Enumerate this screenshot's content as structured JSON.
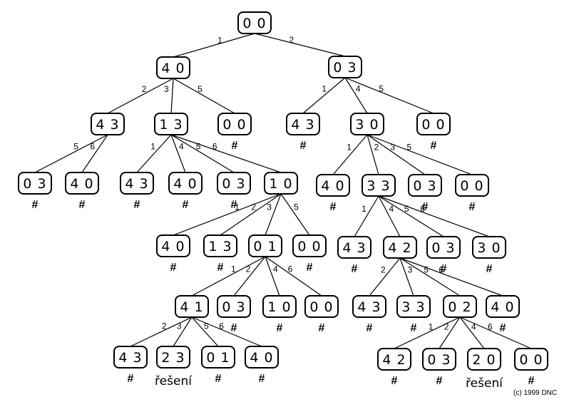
{
  "nodes": [
    {
      "id": "n0",
      "label": "0 0"
    },
    {
      "id": "n1",
      "label": "4 0"
    },
    {
      "id": "n2",
      "label": "0 3"
    },
    {
      "id": "n11",
      "label": "4 3"
    },
    {
      "id": "n12",
      "label": "1 3"
    },
    {
      "id": "n13",
      "label": "0 0",
      "mark": "#"
    },
    {
      "id": "n21",
      "label": "4 3",
      "mark": "#"
    },
    {
      "id": "n22",
      "label": "3 0"
    },
    {
      "id": "n23",
      "label": "0 0",
      "mark": "#"
    },
    {
      "id": "n111",
      "label": "0 3",
      "mark": "#"
    },
    {
      "id": "n112",
      "label": "4 0",
      "mark": "#"
    },
    {
      "id": "n121",
      "label": "4 3",
      "mark": "#"
    },
    {
      "id": "n122",
      "label": "4 0",
      "mark": "#"
    },
    {
      "id": "n123",
      "label": "0 3",
      "mark": "#"
    },
    {
      "id": "n124",
      "label": "1 0"
    },
    {
      "id": "n221",
      "label": "4 0",
      "mark": "#"
    },
    {
      "id": "n222",
      "label": "3 3"
    },
    {
      "id": "n223",
      "label": "0 3",
      "mark": "#"
    },
    {
      "id": "n224",
      "label": "0 0",
      "mark": "#"
    },
    {
      "id": "n1241",
      "label": "4 0",
      "mark": "#"
    },
    {
      "id": "n1242",
      "label": "1 3",
      "mark": "#"
    },
    {
      "id": "n1243",
      "label": "0 1"
    },
    {
      "id": "n1244",
      "label": "0 0",
      "mark": "#"
    },
    {
      "id": "n2221",
      "label": "4 3",
      "mark": "#"
    },
    {
      "id": "n2222",
      "label": "4 2"
    },
    {
      "id": "n2223",
      "label": "0 3",
      "mark": "#"
    },
    {
      "id": "n2224",
      "label": "3 0",
      "mark": "#"
    },
    {
      "id": "n12431",
      "label": "4 1"
    },
    {
      "id": "n12432",
      "label": "0 3",
      "mark": "#"
    },
    {
      "id": "n12433",
      "label": "1 0",
      "mark": "#"
    },
    {
      "id": "n12434",
      "label": "0 0",
      "mark": "#"
    },
    {
      "id": "n22221",
      "label": "4 3",
      "mark": "#"
    },
    {
      "id": "n22222",
      "label": "3 3",
      "mark": "#"
    },
    {
      "id": "n22223",
      "label": "0 2"
    },
    {
      "id": "n22224",
      "label": "4 0",
      "mark": "#"
    },
    {
      "id": "n124311",
      "label": "4 3",
      "mark": "#"
    },
    {
      "id": "n124312",
      "label": "2 3",
      "mark": "řešení"
    },
    {
      "id": "n124313",
      "label": "0 1",
      "mark": "#"
    },
    {
      "id": "n124314",
      "label": "4 0",
      "mark": "#"
    },
    {
      "id": "n222231",
      "label": "4 2",
      "mark": "#"
    },
    {
      "id": "n222232",
      "label": "0 3",
      "mark": "#"
    },
    {
      "id": "n222233",
      "label": "2 0",
      "mark": "řešení"
    },
    {
      "id": "n222234",
      "label": "0 0",
      "mark": "#"
    }
  ],
  "edges": [
    {
      "from": "n0",
      "to": "n1",
      "label": "1"
    },
    {
      "from": "n0",
      "to": "n2",
      "label": "2"
    },
    {
      "from": "n1",
      "to": "n11",
      "label": "2"
    },
    {
      "from": "n1",
      "to": "n12",
      "label": "3"
    },
    {
      "from": "n1",
      "to": "n13",
      "label": "5"
    },
    {
      "from": "n2",
      "to": "n21",
      "label": "1"
    },
    {
      "from": "n2",
      "to": "n22",
      "label": "4"
    },
    {
      "from": "n2",
      "to": "n23",
      "label": "5"
    },
    {
      "from": "n11",
      "to": "n111",
      "label": "5"
    },
    {
      "from": "n11",
      "to": "n112",
      "label": "6"
    },
    {
      "from": "n12",
      "to": "n121",
      "label": "1"
    },
    {
      "from": "n12",
      "to": "n122",
      "label": "4"
    },
    {
      "from": "n12",
      "to": "n123",
      "label": "5"
    },
    {
      "from": "n12",
      "to": "n124",
      "label": "6"
    },
    {
      "from": "n22",
      "to": "n221",
      "label": "1"
    },
    {
      "from": "n22",
      "to": "n222",
      "label": "2"
    },
    {
      "from": "n22",
      "to": "n223",
      "label": "3"
    },
    {
      "from": "n22",
      "to": "n224",
      "label": "5"
    },
    {
      "from": "n124",
      "to": "n1241",
      "label": "1"
    },
    {
      "from": "n124",
      "to": "n1242",
      "label": "2"
    },
    {
      "from": "n124",
      "to": "n1243",
      "label": "3"
    },
    {
      "from": "n124",
      "to": "n1244",
      "label": "5"
    },
    {
      "from": "n222",
      "to": "n2221",
      "label": "1"
    },
    {
      "from": "n222",
      "to": "n2222",
      "label": "4"
    },
    {
      "from": "n222",
      "to": "n2223",
      "label": "5"
    },
    {
      "from": "n222",
      "to": "n2224",
      "label": "6"
    },
    {
      "from": "n1243",
      "to": "n12431",
      "label": "1"
    },
    {
      "from": "n1243",
      "to": "n12432",
      "label": "2"
    },
    {
      "from": "n1243",
      "to": "n12433",
      "label": "4"
    },
    {
      "from": "n1243",
      "to": "n12434",
      "label": "6"
    },
    {
      "from": "n2222",
      "to": "n22221",
      "label": "2"
    },
    {
      "from": "n2222",
      "to": "n22222",
      "label": "3"
    },
    {
      "from": "n2222",
      "to": "n22223",
      "label": "5"
    },
    {
      "from": "n2222",
      "to": "n22224",
      "label": "6"
    },
    {
      "from": "n12431",
      "to": "n124311",
      "label": "2"
    },
    {
      "from": "n12431",
      "to": "n124312",
      "label": "3"
    },
    {
      "from": "n12431",
      "to": "n124313",
      "label": "5"
    },
    {
      "from": "n12431",
      "to": "n124314",
      "label": "6"
    },
    {
      "from": "n22223",
      "to": "n222231",
      "label": "1"
    },
    {
      "from": "n22223",
      "to": "n222232",
      "label": "2"
    },
    {
      "from": "n22223",
      "to": "n222233",
      "label": "4"
    },
    {
      "from": "n22223",
      "to": "n222234",
      "label": "6"
    }
  ],
  "copyright": "(c) 1999 DNC"
}
